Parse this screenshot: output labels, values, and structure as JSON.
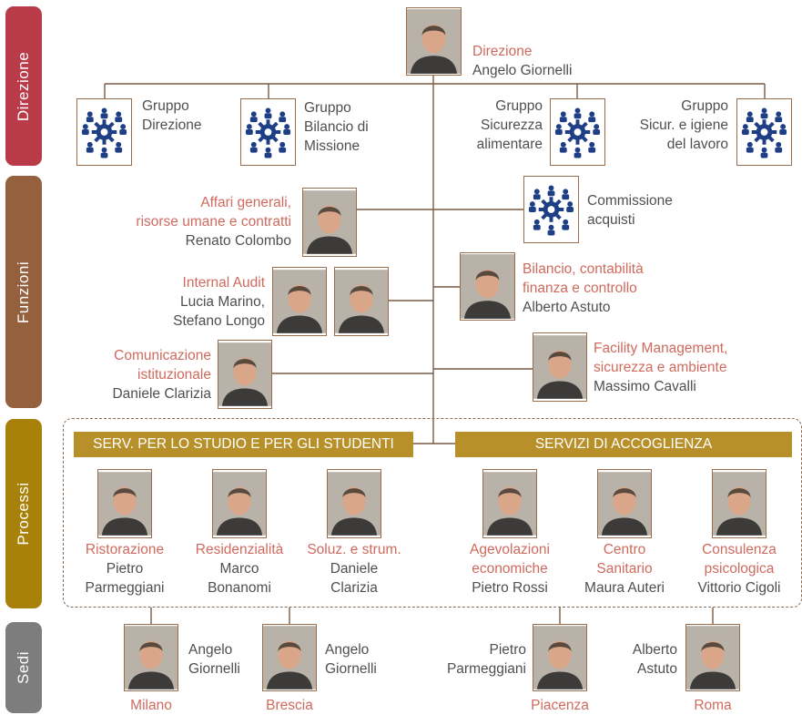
{
  "sidebar": {
    "direzione": "Direzione",
    "funzioni": "Funzioni",
    "processi": "Processi",
    "sedi": "Sedi"
  },
  "colors": {
    "direzione": "#b93b4a",
    "funzioni": "#94603d",
    "processi": "#a8810a",
    "sedi": "#7d7d7d",
    "accent_text": "#cf6a5e",
    "process_bar": "#b8902a"
  },
  "top": {
    "role": "Direzione",
    "name": "Angelo Giornelli"
  },
  "groups": [
    {
      "text": [
        "Gruppo",
        "Direzione"
      ]
    },
    {
      "text": [
        "Gruppo",
        "Bilancio di",
        "Missione"
      ]
    },
    {
      "text": [
        "Gruppo",
        "Sicurezza",
        "alimentare"
      ]
    },
    {
      "text": [
        "Gruppo",
        "Sicur. e igiene",
        "del lavoro"
      ]
    },
    {
      "text": [
        "Commissione",
        "acquisti"
      ]
    }
  ],
  "funzioni": {
    "affari": {
      "role": [
        "Affari generali,",
        "risorse umane e contratti"
      ],
      "name": "Renato Colombo"
    },
    "audit": {
      "role": "Internal Audit",
      "names": [
        "Lucia Marino,",
        "Stefano Longo"
      ]
    },
    "comunicazione": {
      "role": [
        "Comunicazione",
        "istituzionale"
      ],
      "name": "Daniele Clarizia"
    },
    "bilancio": {
      "role": [
        "Bilancio, contabilità",
        "finanza e controllo"
      ],
      "name": "Alberto Astuto"
    },
    "facility": {
      "role": [
        "Facility Management,",
        "sicurezza e ambiente"
      ],
      "name": "Massimo Cavalli"
    }
  },
  "processi": {
    "bar_left": "SERV. PER LO STUDIO E PER GLI STUDENTI",
    "bar_right": "SERVIZI DI ACCOGLIENZA",
    "units": [
      {
        "role": [
          "Ristorazione"
        ],
        "name": [
          "Pietro",
          "Parmeggiani"
        ]
      },
      {
        "role": [
          "Residenzialità"
        ],
        "name": [
          "Marco",
          "Bonanomi"
        ]
      },
      {
        "role": [
          "Soluz. e strum."
        ],
        "name": [
          "Daniele",
          "Clarizia"
        ]
      },
      {
        "role": [
          "Agevolazioni",
          "economiche"
        ],
        "name": [
          "Pietro Rossi"
        ]
      },
      {
        "role": [
          "Centro",
          "Sanitario"
        ],
        "name": [
          "Maura Auteri"
        ]
      },
      {
        "role": [
          "Consulenza",
          "psicologica"
        ],
        "name": [
          "Vittorio Cigoli"
        ]
      }
    ]
  },
  "sedi": [
    {
      "city": "Milano",
      "name": [
        "Angelo",
        "Giornelli"
      ]
    },
    {
      "city": "Brescia",
      "name": [
        "Angelo",
        "Giornelli"
      ]
    },
    {
      "city": "Piacenza",
      "name": [
        "Pietro",
        "Parmeggiani"
      ]
    },
    {
      "city": "Roma",
      "name": [
        "Alberto",
        "Astuto"
      ]
    }
  ]
}
